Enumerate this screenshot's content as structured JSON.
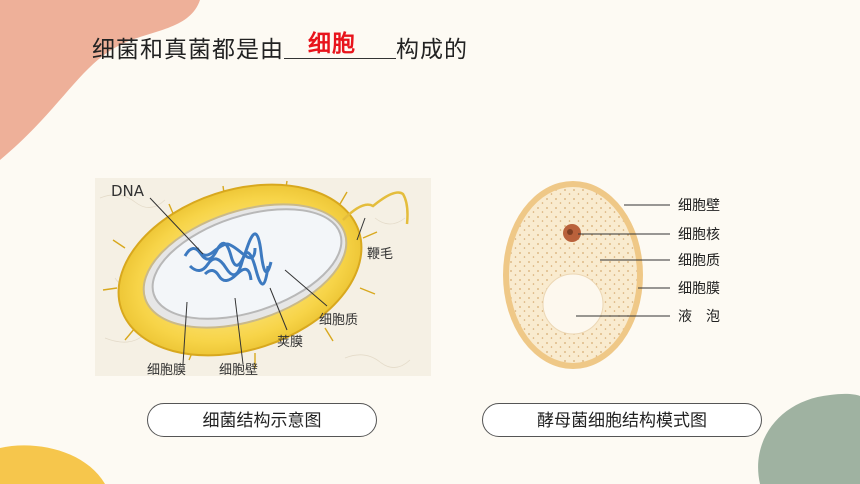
{
  "question": {
    "before": "细菌和真菌都是由",
    "answer": "细胞",
    "after": "构成的"
  },
  "bacteria": {
    "label_dna": "DNA",
    "label_flagellum": "鞭毛",
    "label_cytoplasm": "细胞质",
    "label_capsule": "荚膜",
    "label_membrane": "细胞膜",
    "label_wall": "细胞壁",
    "caption": "细菌结构示意图"
  },
  "yeast": {
    "label_wall": "细胞壁",
    "label_nucleus": "细胞核",
    "label_cytoplasm": "细胞质",
    "label_membrane": "细胞膜",
    "label_vacuole": "液　泡",
    "caption": "酵母菌细胞结构模式图"
  },
  "colors": {
    "answer": "#e8141c",
    "blob_peach": "#eeb099",
    "blob_sage": "#9fb2a1",
    "blob_yellow": "#f6c64c"
  }
}
